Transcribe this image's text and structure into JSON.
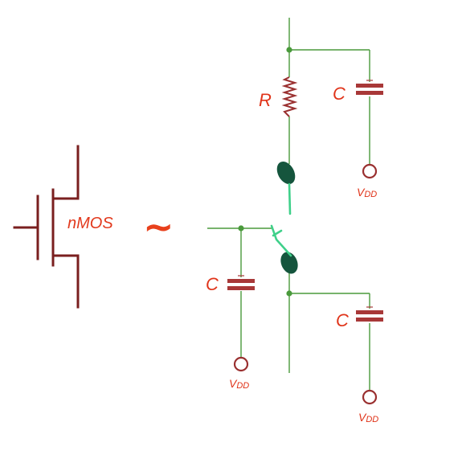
{
  "labels": {
    "nmos": "nMOS",
    "equivalent": "~",
    "resistor": "R",
    "capacitor_top": "C",
    "capacitor_left": "C",
    "capacitor_right": "C",
    "vdd_main": "V",
    "vdd_sub": "DD"
  },
  "colors": {
    "wire": "#4a9a3c",
    "transistor_symbol": "#7a1f1f",
    "component": "#9a3030",
    "label": "#e0341a",
    "switch_contact": "#15553d",
    "switch_arm": "#3fd08a"
  }
}
